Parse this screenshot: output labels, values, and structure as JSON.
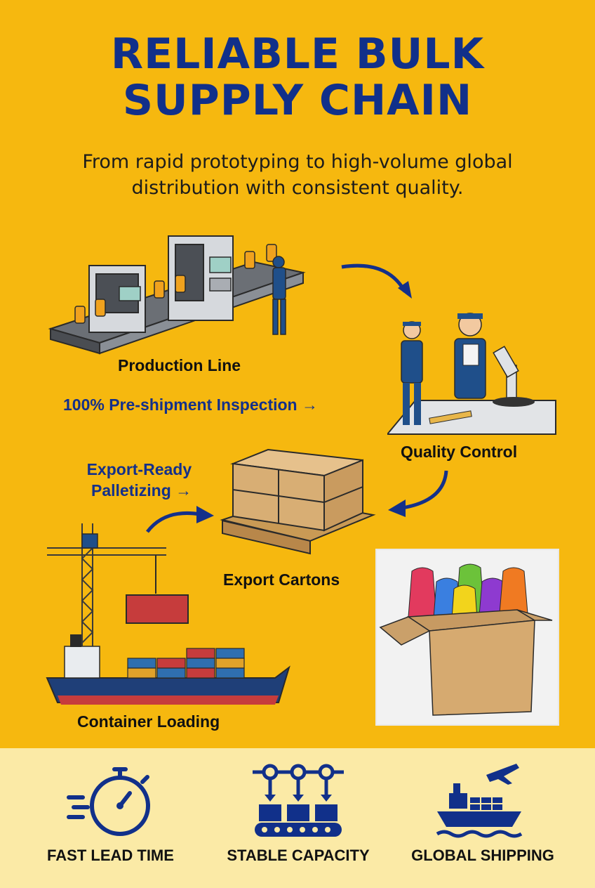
{
  "header": {
    "title_line1": "RELIABLE BULK",
    "title_line2": "SUPPLY CHAIN",
    "subtitle_line1": "From rapid prototyping to high-volume global",
    "subtitle_line2": "distribution with consistent quality."
  },
  "steps": {
    "production_line": "Production Line",
    "inspection_note": "100% Pre-shipment Inspection →",
    "quality_control": "Quality Control",
    "palletizing_line1": "Export-Ready",
    "palletizing_line2": "Palletizing →",
    "export_cartons": "Export Cartons",
    "container_loading": "Container Loading"
  },
  "features": [
    {
      "label": "FAST LEAD TIME",
      "icon": "stopwatch-icon"
    },
    {
      "label": "STABLE CAPACITY",
      "icon": "production-capacity-icon"
    },
    {
      "label": "GLOBAL SHIPPING",
      "icon": "ship-plane-icon"
    }
  ],
  "colors": {
    "background": "#f6b80f",
    "brand_blue": "#14308a",
    "bottom_bar": "#fbeaa6"
  }
}
